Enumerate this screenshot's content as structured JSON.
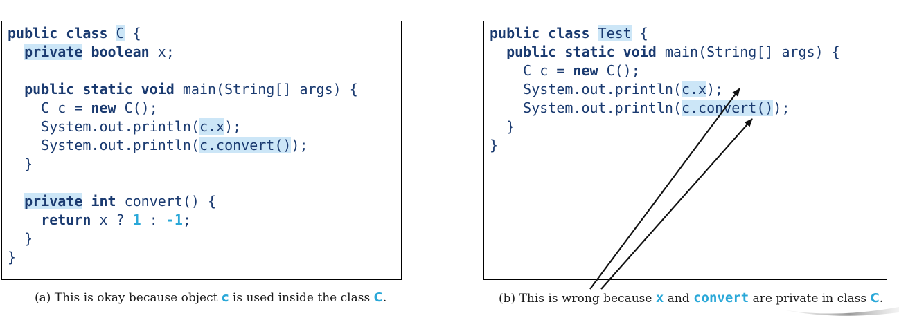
{
  "panel_a": {
    "lines": [
      [
        {
          "t": "public class ",
          "c": "kw"
        },
        {
          "t": "C",
          "c": "hl"
        },
        {
          "t": " {",
          "c": ""
        }
      ],
      [
        {
          "t": "  ",
          "c": ""
        },
        {
          "t": "private",
          "c": "kw hl"
        },
        {
          "t": " ",
          "c": ""
        },
        {
          "t": "boolean",
          "c": "kw"
        },
        {
          "t": " x;",
          "c": ""
        }
      ],
      [],
      [
        {
          "t": "  ",
          "c": ""
        },
        {
          "t": "public static void",
          "c": "kw"
        },
        {
          "t": " main(String[] args) {",
          "c": ""
        }
      ],
      [
        {
          "t": "    C c = ",
          "c": ""
        },
        {
          "t": "new",
          "c": "kw"
        },
        {
          "t": " C();",
          "c": ""
        }
      ],
      [
        {
          "t": "    System.out.println(",
          "c": ""
        },
        {
          "t": "c.x",
          "c": "hl"
        },
        {
          "t": ");",
          "c": ""
        }
      ],
      [
        {
          "t": "    System.out.println(",
          "c": ""
        },
        {
          "t": "c.convert()",
          "c": "hl"
        },
        {
          "t": ");",
          "c": ""
        }
      ],
      [
        {
          "t": "  }",
          "c": ""
        }
      ],
      [],
      [
        {
          "t": "  ",
          "c": ""
        },
        {
          "t": "private",
          "c": "kw hl"
        },
        {
          "t": " ",
          "c": ""
        },
        {
          "t": "int",
          "c": "kw"
        },
        {
          "t": " convert() {",
          "c": ""
        }
      ],
      [
        {
          "t": "    ",
          "c": ""
        },
        {
          "t": "return",
          "c": "kw"
        },
        {
          "t": " x ? ",
          "c": ""
        },
        {
          "t": "1",
          "c": "num"
        },
        {
          "t": " : ",
          "c": ""
        },
        {
          "t": "-1",
          "c": "num"
        },
        {
          "t": ";",
          "c": ""
        }
      ],
      [
        {
          "t": "  }",
          "c": ""
        }
      ],
      [
        {
          "t": "}",
          "c": ""
        }
      ]
    ],
    "caption": {
      "before": "(a) This is okay because object ",
      "obj": "c",
      "middle": " is used inside the class ",
      "cls": "C",
      "after": "."
    }
  },
  "panel_b": {
    "lines": [
      [
        {
          "t": "public class ",
          "c": "kw"
        },
        {
          "t": "Test",
          "c": "hl"
        },
        {
          "t": " {",
          "c": ""
        }
      ],
      [
        {
          "t": "  ",
          "c": ""
        },
        {
          "t": "public static void",
          "c": "kw"
        },
        {
          "t": " main(String[] args) {",
          "c": ""
        }
      ],
      [
        {
          "t": "    C c = ",
          "c": ""
        },
        {
          "t": "new",
          "c": "kw"
        },
        {
          "t": " C();",
          "c": ""
        }
      ],
      [
        {
          "t": "    System.out.println(",
          "c": ""
        },
        {
          "t": "c.x",
          "c": "hl"
        },
        {
          "t": ");",
          "c": ""
        }
      ],
      [
        {
          "t": "    System.out.println(",
          "c": ""
        },
        {
          "t": "c.convert()",
          "c": "hl"
        },
        {
          "t": ");",
          "c": ""
        }
      ],
      [
        {
          "t": "  }",
          "c": ""
        }
      ],
      [
        {
          "t": "}",
          "c": ""
        }
      ]
    ],
    "caption": {
      "before": "(b) This is wrong because ",
      "x": "x",
      "and": " and ",
      "convert": "convert",
      "middle": " are private in class ",
      "cls": "C",
      "after": "."
    }
  },
  "colors": {
    "keyword": "#1a3a70",
    "number": "#2aa8d8",
    "highlight": "#cce6f7",
    "arrow": "#111111"
  }
}
